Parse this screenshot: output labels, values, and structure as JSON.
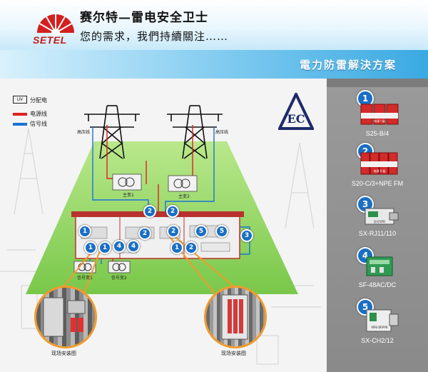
{
  "header": {
    "brand": "SETEL",
    "slogan_line1": "赛尔特—雷电安全卫士",
    "slogan_line2": "您的需求，我們持續關注……",
    "solution_title": "電力防雷解決方案"
  },
  "legend": {
    "items": [
      {
        "tag": "UV",
        "label": "分配电"
      },
      {
        "label": "电源线",
        "color": "#e02020"
      },
      {
        "label": "信号线",
        "color": "#1a73d6"
      }
    ]
  },
  "diagram": {
    "tower_labels": [
      "高压线",
      "高压线"
    ],
    "transformers": [
      "主变1",
      "主变2"
    ],
    "signal_transformers": [
      "信号变1",
      "信号变2"
    ],
    "photo_captions": [
      "现场安装图",
      "现场安装图"
    ]
  },
  "products": [
    {
      "number": "1",
      "name": "S25-B/4",
      "device_text": "电源 I 级"
    },
    {
      "number": "2",
      "name": "S20-C/3+NPE FM",
      "device_text": "电源 II 级"
    },
    {
      "number": "3",
      "name": "SX-RJ11/110",
      "device_text": "信号SPD"
    },
    {
      "number": "4",
      "name": "SF-48AC/DC",
      "device_text": ""
    },
    {
      "number": "5",
      "name": "SX-CH2/12",
      "device_text": "MPB BRPPB"
    }
  ],
  "colors": {
    "power_line": "#e02020",
    "signal_line": "#1a73d6",
    "callout": "#f29a2e",
    "badge": "#1a6fc4",
    "green_zone": "#8fd65a"
  }
}
